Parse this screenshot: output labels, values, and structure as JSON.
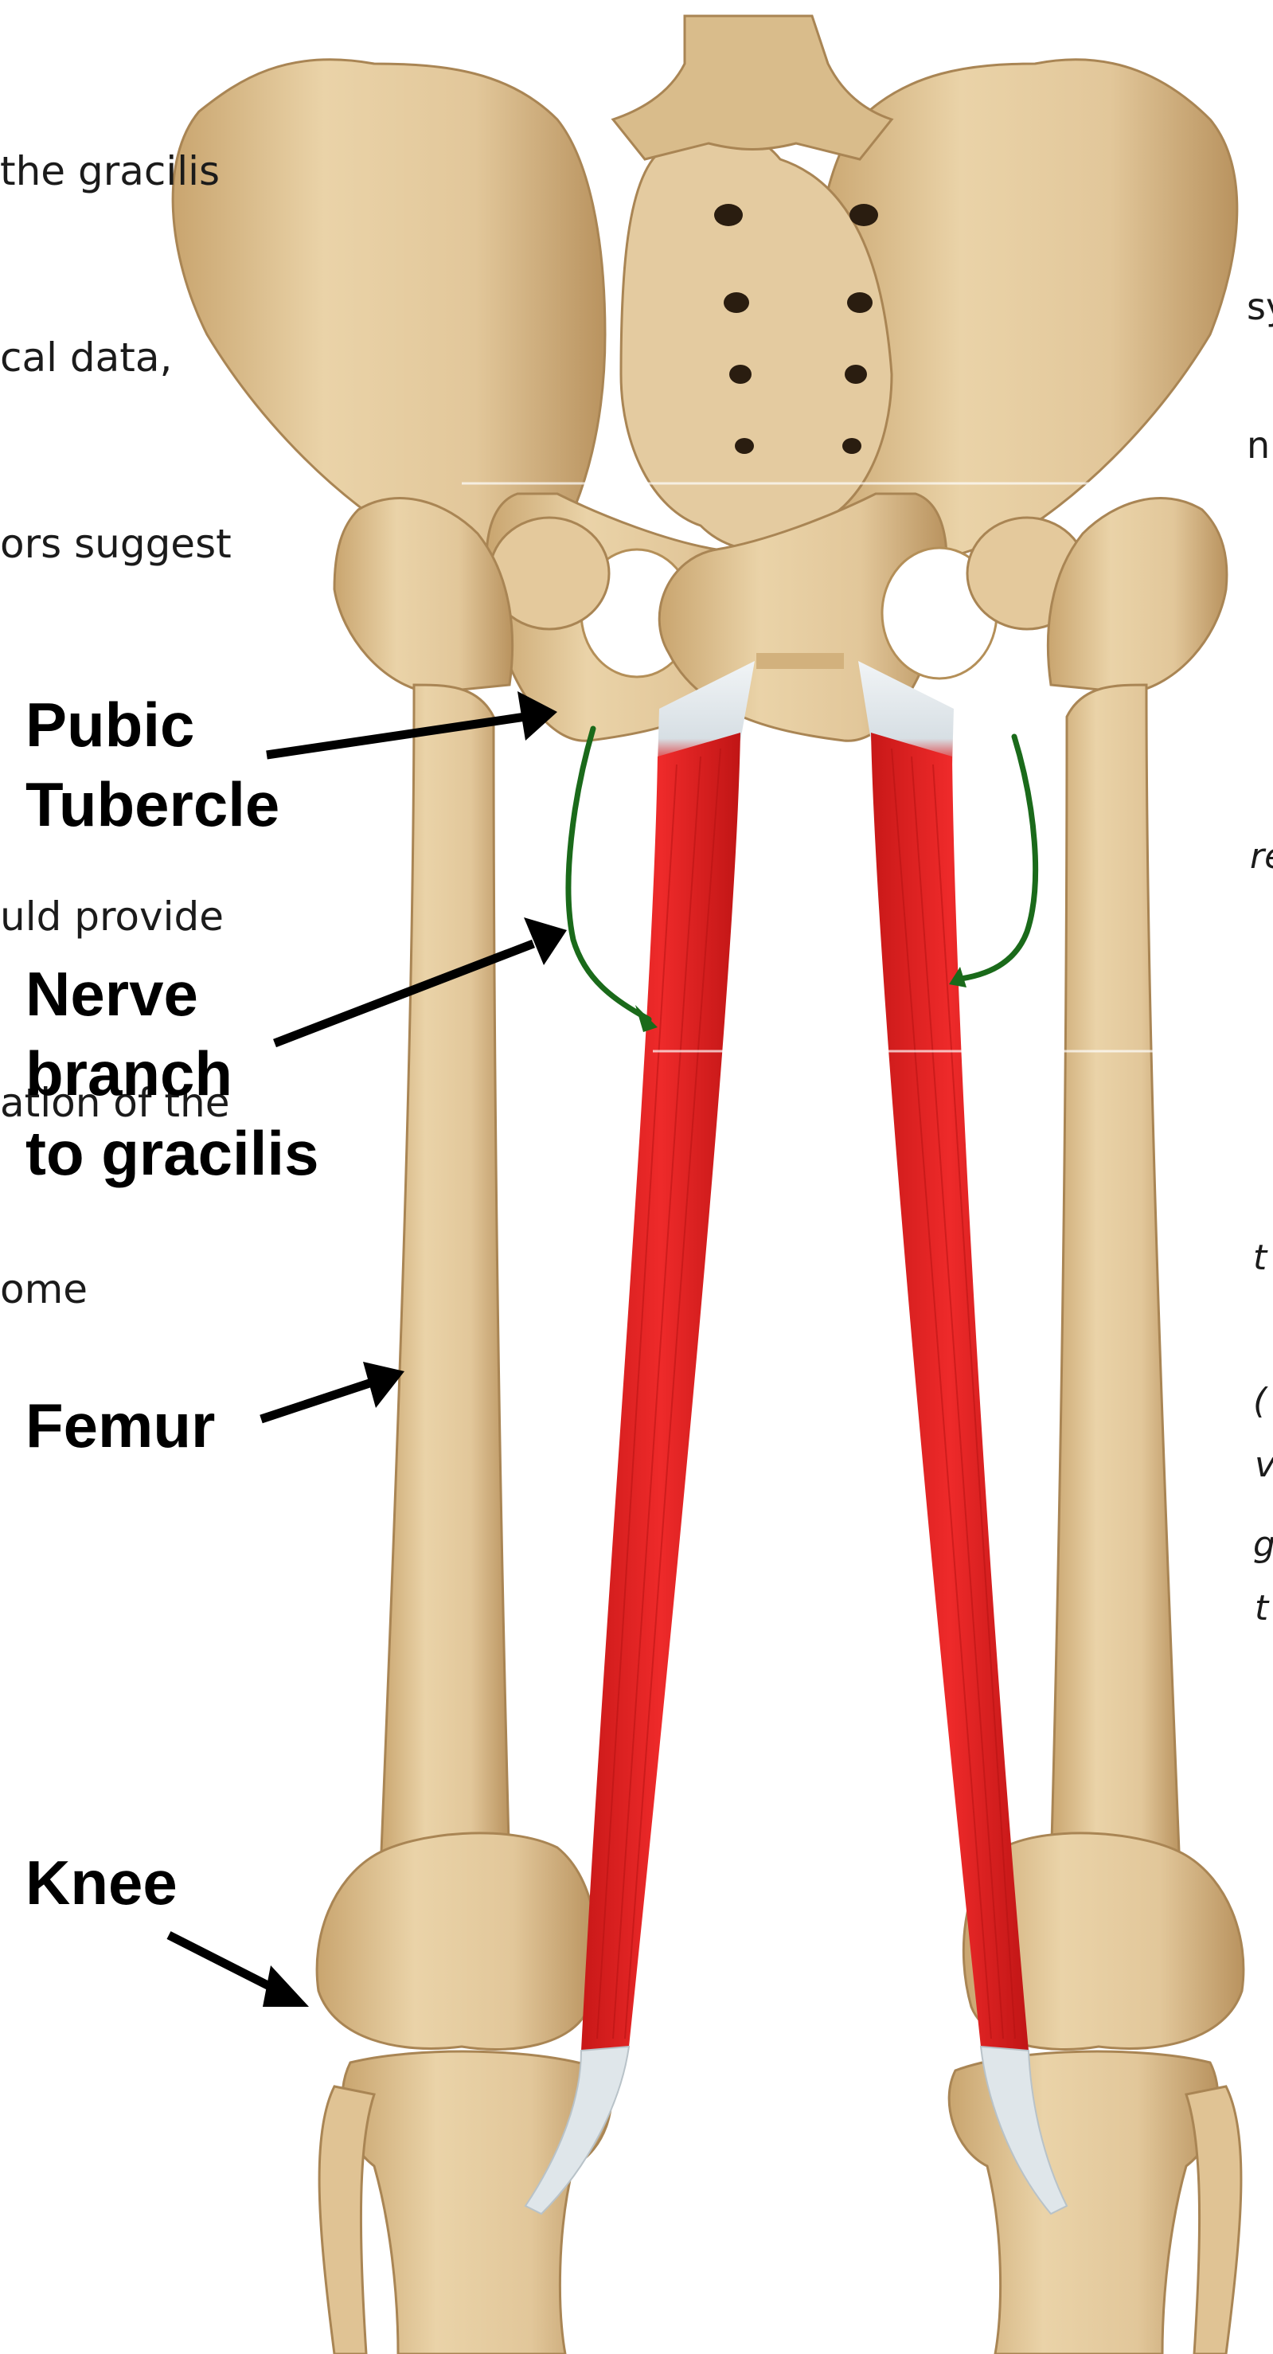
{
  "labels": {
    "pubic_tubercle": [
      "Pubic",
      "Tubercle"
    ],
    "nerve_branch": [
      "Nerve",
      "branch",
      "to gracilis"
    ],
    "femur": "Femur",
    "knee": "Knee"
  },
  "background_text": {
    "left_lines": [
      "the gracilis",
      "cal data,",
      "ors suggest",
      "",
      "uld provide",
      "ation of the",
      "ome"
    ],
    "right_top_lines": [
      "sy",
      "n"
    ],
    "right_mid_line": "re",
    "right_low_lines": [
      "t",
      "(",
      "g"
    ],
    "right_low2_lines": [
      "v",
      "t"
    ]
  },
  "colors": {
    "bone": "#e2c79a",
    "bone_shadow": "#b9935f",
    "muscle": "#e02020",
    "tendon": "#dfe6ea",
    "nerve": "#1a6a1a",
    "arrow": "#000000"
  }
}
